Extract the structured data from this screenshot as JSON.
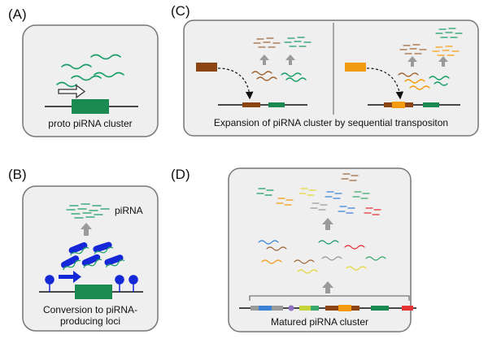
{
  "panels": {
    "a": {
      "label": "(A)",
      "caption": "proto piRNA  cluster"
    },
    "b": {
      "label": "(B)",
      "caption_line1": "Conversion to piRNA-",
      "caption_line2": "producing loci",
      "pirna_label": "piRNA"
    },
    "c": {
      "label": "(C)",
      "caption": "Expansion of piRNA cluster by sequential transpositon"
    },
    "d": {
      "label": "(D)",
      "caption": "Matured piRNA cluster"
    }
  },
  "colors": {
    "pirna_green": "#1a9e68",
    "cluster_green": "#1a8a50",
    "te_brown": "#8b4513",
    "te_orange": "#f39c12",
    "blue_protein": "#1428d8",
    "arrow_gray": "#9a9a9a",
    "panel_border": "#777777",
    "panel_fill": "#efefef"
  }
}
